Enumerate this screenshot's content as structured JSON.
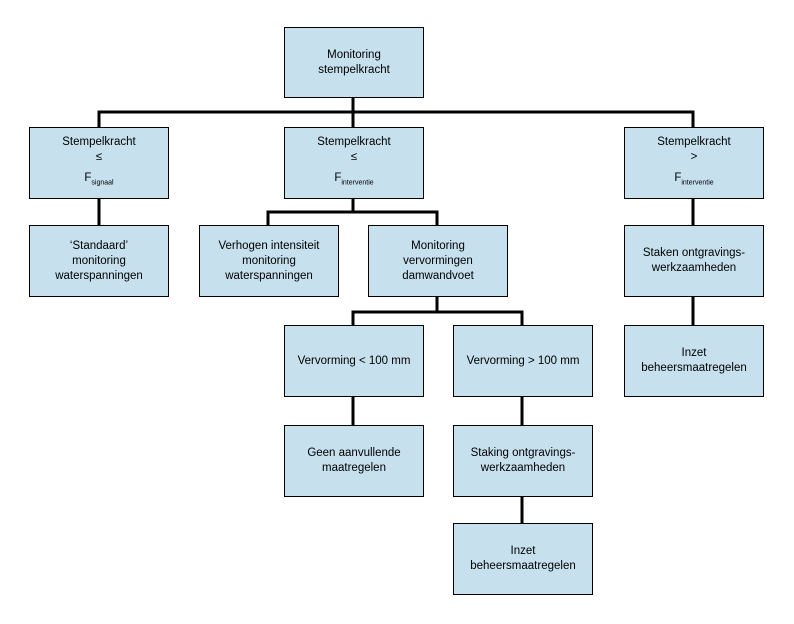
{
  "diagram": {
    "nodes": {
      "root": {
        "line1": "Monitoring",
        "line2": "stempelkracht"
      },
      "left": {
        "line1": "Stempelkracht",
        "line2": "≤",
        "f": "F",
        "sub": "signaal"
      },
      "middle": {
        "line1": "Stempelkracht",
        "line2": "≤",
        "f": "F",
        "sub": "interventie"
      },
      "right": {
        "line1": "Stempelkracht",
        "line2": ">",
        "f": "F",
        "sub": "interventie"
      },
      "standard": {
        "line1": "‘Standaard’",
        "line2": "monitoring",
        "line3": "waterspanningen"
      },
      "increase": {
        "line1": "Verhogen intensiteit",
        "line2": "monitoring",
        "line3": "waterspanningen"
      },
      "deform": {
        "line1": "Monitoring",
        "line2": "vervormingen",
        "line3": "damwandvoet"
      },
      "stop_right": {
        "line1": "Staken ontgravings-",
        "line2": "werkzaamheden"
      },
      "measures_right": {
        "line1": "Inzet",
        "line2": "beheersmaatregelen"
      },
      "lt100": {
        "line1": "Vervorming < 100 mm"
      },
      "gt100": {
        "line1": "Vervorming > 100 mm"
      },
      "none": {
        "line1": "Geen aanvullende",
        "line2": "maatregelen"
      },
      "stop_mid": {
        "line1": "Staking ontgravings-",
        "line2": "werkzaamheden"
      },
      "measures_mid": {
        "line1": "Inzet",
        "line2": "beheersmaatregelen"
      }
    },
    "colors": {
      "box_fill": "#c6e0ee",
      "line": "#000000"
    }
  }
}
